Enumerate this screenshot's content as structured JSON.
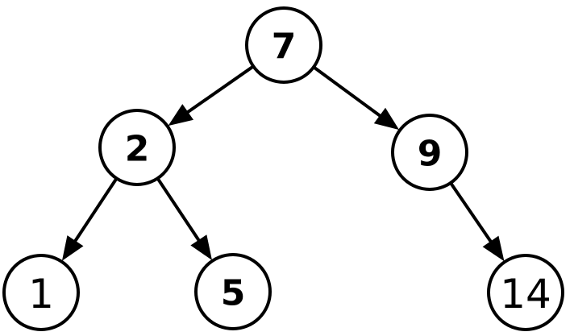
{
  "tree": {
    "nodes": [
      {
        "id": "n7",
        "label": "7",
        "bold": true
      },
      {
        "id": "n2",
        "label": "2",
        "bold": true
      },
      {
        "id": "n9",
        "label": "9",
        "bold": true
      },
      {
        "id": "n1",
        "label": "1",
        "bold": false
      },
      {
        "id": "n5",
        "label": "5",
        "bold": true
      },
      {
        "id": "n14",
        "label": "14",
        "bold": false
      }
    ],
    "edges": [
      {
        "from": "n7",
        "to": "n2"
      },
      {
        "from": "n7",
        "to": "n9"
      },
      {
        "from": "n2",
        "to": "n1"
      },
      {
        "from": "n2",
        "to": "n5"
      },
      {
        "from": "n9",
        "to": "n14"
      }
    ],
    "colors": {
      "stroke": "#000000",
      "fill": "#ffffff"
    }
  }
}
